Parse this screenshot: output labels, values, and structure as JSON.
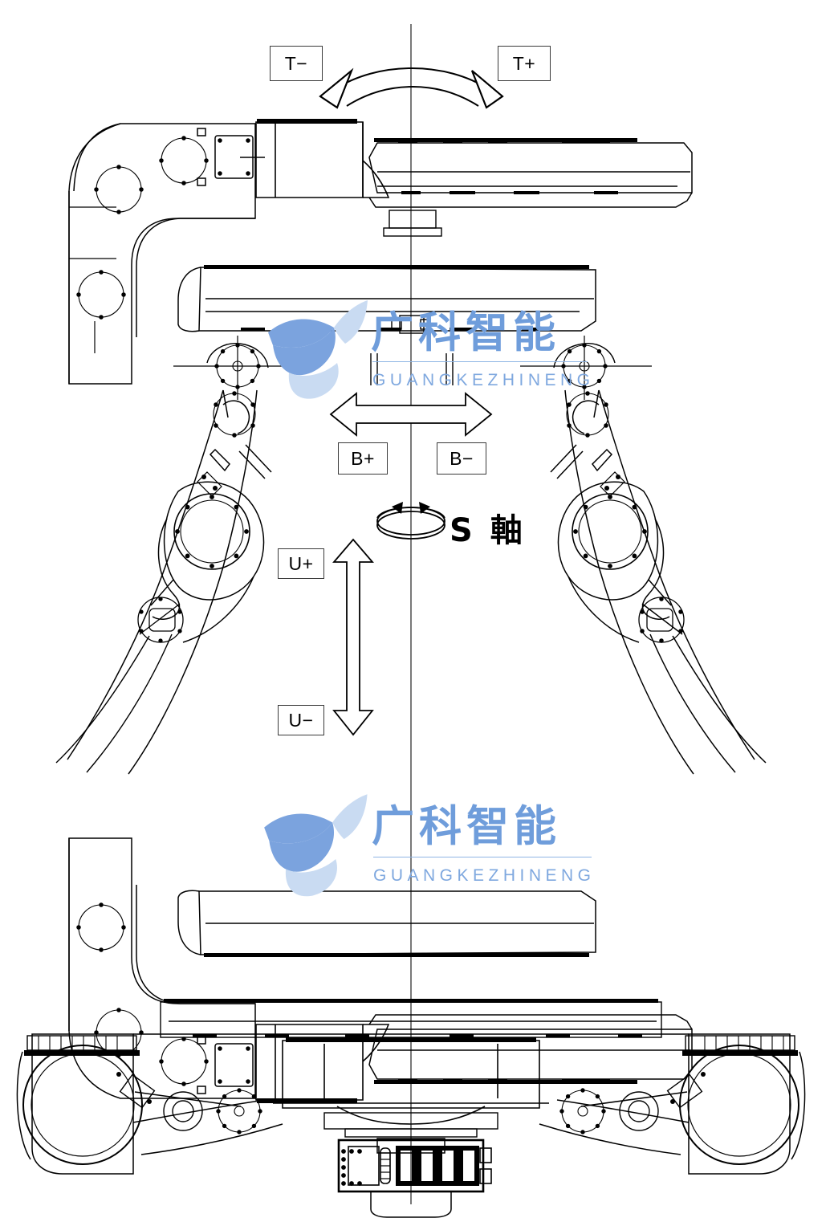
{
  "figure": {
    "title": "Industrial robot axis motion diagram (plan view)",
    "background_color": "#ffffff",
    "line_color": "#000000",
    "centerline_color": "#4d4d4d"
  },
  "axis_labels": {
    "t_minus": "T−",
    "t_plus": "T+",
    "b_plus": "B+",
    "b_minus": "B−",
    "u_plus": "U+",
    "u_minus": "U−",
    "s_axis": "S 軸"
  },
  "arrows": {
    "t_arc": {
      "name": "curved-double-headed-arrow",
      "direction": "horizontal-arc",
      "meaning": "T axis rotation"
    },
    "b_horizontal": {
      "name": "double-headed-arrow",
      "direction": "left-right",
      "meaning": "B axis swing"
    },
    "u_vertical": {
      "name": "double-headed-arrow",
      "direction": "up-down",
      "meaning": "U axis travel"
    },
    "s_rotation": {
      "name": "circular-rotation-arrow",
      "direction": "about-vertical-axis",
      "meaning": "S axis rotation"
    }
  },
  "watermarks": [
    {
      "id": "wm-top",
      "chinese": "广科智能",
      "english": "GUANGKEZHINENG",
      "logo": "ribbon-s-logo",
      "color_primary": "#7ba3de",
      "color_secondary": "#c9dbf2"
    },
    {
      "id": "wm-bottom",
      "chinese": "广科智能",
      "english": "GUANGKEZHINENG",
      "logo": "ribbon-s-logo",
      "color_primary": "#7ba3de",
      "color_secondary": "#c9dbf2"
    }
  ],
  "drawing": {
    "type": "cad-line-drawing",
    "subject": "six-axis industrial robot, mirrored top/bottom plan view",
    "symmetry": "mirror about vertical centerline at x=512",
    "components": [
      "upper-arm-casting",
      "wrist-housing",
      "forearm",
      "elbow-joint-bolt-circle",
      "link-rod",
      "base-rotating-column",
      "base-mounting-plate",
      "connector-block"
    ]
  }
}
